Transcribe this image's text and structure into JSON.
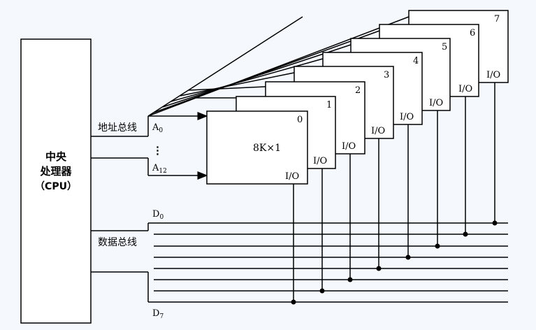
{
  "cpu": {
    "line1": "中央",
    "line2": "处理器",
    "line3": "（CPU）"
  },
  "address_bus": {
    "label": "地址总线",
    "a0": "A",
    "a0_sub": "0",
    "dots": "⋮",
    "a12": "A",
    "a12_sub": "12"
  },
  "data_bus": {
    "label": "数据总线",
    "d0": "D",
    "d0_sub": "0",
    "d7": "D",
    "d7_sub": "7"
  },
  "chips": [
    {
      "index": "0",
      "io": "I/O",
      "name": "8K×1"
    },
    {
      "index": "1",
      "io": "I/O"
    },
    {
      "index": "2",
      "io": "I/O"
    },
    {
      "index": "3",
      "io": "I/O"
    },
    {
      "index": "4",
      "io": "I/O"
    },
    {
      "index": "5",
      "io": "I/O"
    },
    {
      "index": "6",
      "io": "I/O"
    },
    {
      "index": "7",
      "io": "I/O"
    }
  ]
}
